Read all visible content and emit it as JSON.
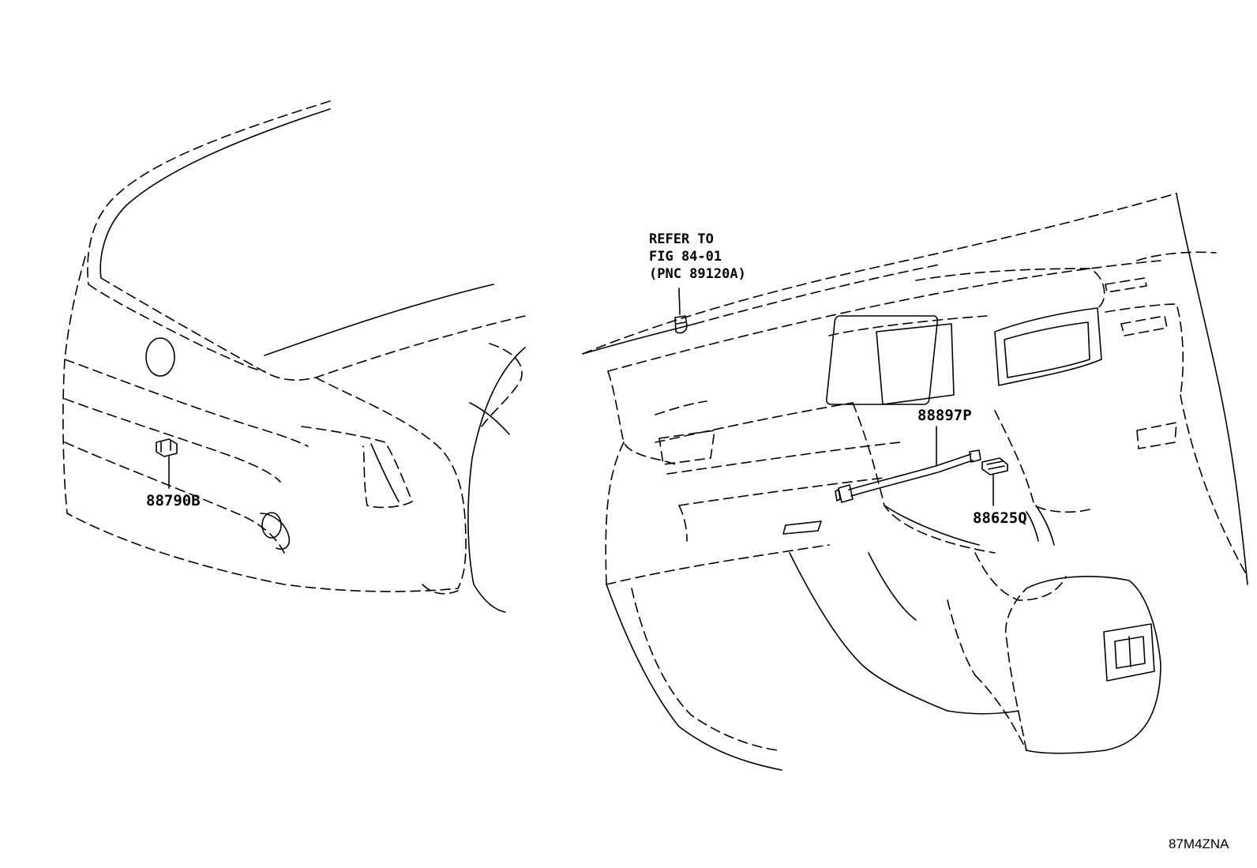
{
  "refer_note": {
    "line1": "REFER TO",
    "line2": "FIG 84-01",
    "line3": "(PNC 89120A)"
  },
  "callouts": {
    "front_sensor": "88790B",
    "harness": "88897P",
    "bracket": "88625Q"
  },
  "drawing_code": "87M4ZNA"
}
